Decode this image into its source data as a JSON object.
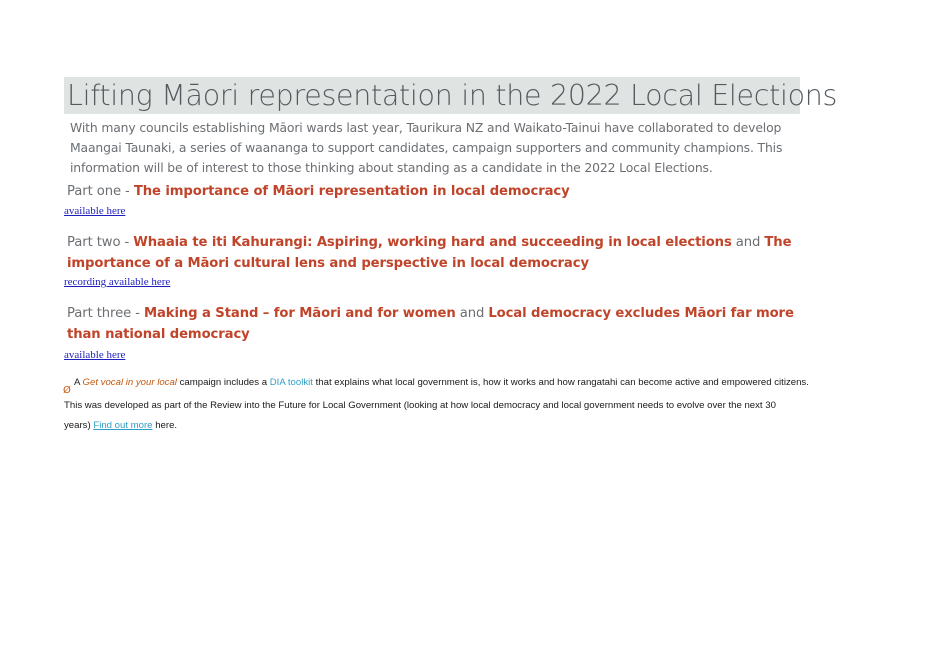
{
  "heading": {
    "title": "Lifting Māori representation in the 2022 Local Elections"
  },
  "intro": {
    "text": "With many councils establishing Māori wards last year, Taurikura NZ and Waikato-Tainui have collaborated to develop Maangai Taunaki, a series of waananga to support candidates, campaign supporters and community champions. This information will be of interest to those thinking about standing as a candidate in the 2022 Local Elections."
  },
  "parts": {
    "one": {
      "prefix": "Part one - ",
      "topic": "The importance of Māori representation in local democracy",
      "link": "available here"
    },
    "two": {
      "prefix": "Part two - ",
      "topic_a": "Whaaia te iti Kahurangi: Aspiring, working hard and succeeding in local elections",
      "joiner": " and ",
      "topic_b": "The importance of a Māori cultural lens and perspective in local democracy",
      "link": "recording available here"
    },
    "three": {
      "prefix": "Part three - ",
      "topic_a": "Making a Stand – for Māori and for women",
      "joiner": " and ",
      "topic_b": "Local democracy excludes Māori far more than national democracy",
      "link": "available here"
    }
  },
  "notes": {
    "bullet_symbol": "Ø",
    "line1_a": "A ",
    "line1_campaign": "Get vocal in your local",
    "line1_b": " campaign includes a ",
    "line1_toolkit": "DIA toolkit",
    "line1_c": " that explains what local government is, how it works and how rangatahi can become active and empowered citizens.",
    "line2": "This was developed as part of the Review into the Future for Local Government (looking at how local democracy and local government needs to evolve over the next 30",
    "line3_a": "years)  ",
    "line3_link": "Find out more",
    "line3_b": " here."
  },
  "colors": {
    "title_bg": "#dfe3e2",
    "accent_red": "#c0442a",
    "link_blue": "#1f1fbf",
    "orange": "#c45911",
    "teal": "#2e9ec4"
  }
}
